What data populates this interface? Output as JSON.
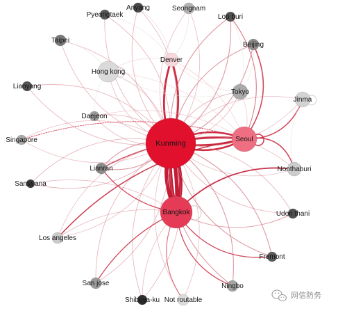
{
  "graph": {
    "nodes": [
      {
        "label": "Kunming",
        "color": "#e1102d"
      },
      {
        "label": "Seoul",
        "color": "#ee6f82"
      },
      {
        "label": "Bangkok",
        "color": "#e63b57"
      },
      {
        "label": "Denver",
        "color": "#f8d7dc"
      },
      {
        "label": "Hong kong",
        "color": "#dadada"
      },
      {
        "label": "Tokyo",
        "color": "#aaaaaa"
      },
      {
        "label": "Jinma",
        "color": "#d3d3d3"
      },
      {
        "label": "Seongnam",
        "color": "#b3b3b3"
      },
      {
        "label": "Anyang",
        "color": "#4a4a4a"
      },
      {
        "label": "Pyeongtaek",
        "color": "#575757"
      },
      {
        "label": "Lop buri",
        "color": "#525252"
      },
      {
        "label": "Taipei",
        "color": "#7a7a7a"
      },
      {
        "label": "Beijing",
        "color": "#8d8d8d"
      },
      {
        "label": "Liaoyang",
        "color": "#555555"
      },
      {
        "label": "Daejeon",
        "color": "#9e9e9e"
      },
      {
        "label": "Singapore",
        "color": "#a9a9a9"
      },
      {
        "label": "Lianran",
        "color": "#8c8c8c"
      },
      {
        "label": "Nonthaburi",
        "color": "#cccccc"
      },
      {
        "label": "Santa ana",
        "color": "#3b3b3b"
      },
      {
        "label": "Udon thani",
        "color": "#4f4f4f"
      },
      {
        "label": "Los angeles",
        "color": "#cacaca"
      },
      {
        "label": "Fremont",
        "color": "#5a5a5a"
      },
      {
        "label": "San jose",
        "color": "#9b9b9b"
      },
      {
        "label": "Ningbo",
        "color": "#a4a4a4"
      },
      {
        "label": "Shibuya-ku",
        "color": "#2e2e2e"
      },
      {
        "label": "Not routable",
        "color": "#dcdcdc"
      }
    ],
    "edges": [
      {
        "source": "Kunming",
        "target": "Bangkok",
        "color": "#c00f2a"
      },
      {
        "source": "Kunming",
        "target": "Seoul",
        "color": "#c8162f"
      },
      {
        "source": "Kunming",
        "target": "Denver",
        "color": "#c8162f"
      },
      {
        "source": "Kunming",
        "target": "Hong kong",
        "color": "#dc9aa4"
      },
      {
        "source": "Kunming",
        "target": "Tokyo",
        "color": "#d98791"
      },
      {
        "source": "Kunming",
        "target": "Jinma",
        "color": "#dc9aa4"
      },
      {
        "source": "Kunming",
        "target": "Seongnam",
        "color": "#dc9aa4"
      },
      {
        "source": "Kunming",
        "target": "Anyang",
        "color": "#d98791"
      },
      {
        "source": "Kunming",
        "target": "Pyeongtaek",
        "color": "#d98791"
      },
      {
        "source": "Kunming",
        "target": "Lop buri",
        "color": "#d26f7d"
      },
      {
        "source": "Kunming",
        "target": "Taipei",
        "color": "#d98791"
      },
      {
        "source": "Kunming",
        "target": "Beijing",
        "color": "#d26f7d"
      },
      {
        "source": "Kunming",
        "target": "Liaoyang",
        "color": "#d98791"
      },
      {
        "source": "Kunming",
        "target": "Daejeon",
        "color": "#d98791"
      },
      {
        "source": "Kunming",
        "target": "Singapore",
        "color": "#dc9aa4"
      },
      {
        "source": "Kunming",
        "target": "Lianran",
        "color": "#d26f7d"
      },
      {
        "source": "Kunming",
        "target": "Nonthaburi",
        "color": "#dc9aa4"
      },
      {
        "source": "Kunming",
        "target": "Santa ana",
        "color": "#d98791"
      },
      {
        "source": "Kunming",
        "target": "Udon thani",
        "color": "#d98791"
      },
      {
        "source": "Kunming",
        "target": "Los angeles",
        "color": "#dc9aa4"
      },
      {
        "source": "Kunming",
        "target": "Fremont",
        "color": "#d26f7d"
      },
      {
        "source": "Kunming",
        "target": "San jose",
        "color": "#d98791"
      },
      {
        "source": "Kunming",
        "target": "Ningbo",
        "color": "#d26f7d"
      },
      {
        "source": "Kunming",
        "target": "Shibuya-ku",
        "color": "#d98791"
      },
      {
        "source": "Kunming",
        "target": "Not routable",
        "color": "#dc9aa4"
      },
      {
        "source": "Seoul",
        "target": "Beijing",
        "color": "#c92a42"
      },
      {
        "source": "Seoul",
        "target": "Jinma",
        "color": "#c92a42"
      },
      {
        "source": "Seoul",
        "target": "Nonthaburi",
        "color": "#c92a42"
      },
      {
        "source": "Seoul",
        "target": "Lianran",
        "color": "#c92a42"
      },
      {
        "source": "Seoul",
        "target": "Singapore",
        "color": "#c92a42"
      },
      {
        "source": "Seoul",
        "target": "Los angeles",
        "color": "#c02034"
      },
      {
        "source": "Seoul",
        "target": "Tokyo",
        "color": "#e2a3ad"
      },
      {
        "source": "Seoul",
        "target": "Denver",
        "color": "#eab4bd"
      },
      {
        "source": "Seoul",
        "target": "Hong kong",
        "color": "#e8b9c0"
      },
      {
        "source": "Seoul",
        "target": "Lop buri",
        "color": "#cf4257"
      },
      {
        "source": "Seoul",
        "target": "Daejeon",
        "color": "#e2a3ad"
      },
      {
        "source": "Seoul",
        "target": "Seoul",
        "color": "#c92a42"
      },
      {
        "source": "Bangkok",
        "target": "Nonthaburi",
        "color": "#c41c36"
      },
      {
        "source": "Bangkok",
        "target": "Udon thani",
        "color": "#d77a88"
      },
      {
        "source": "Bangkok",
        "target": "Fremont",
        "color": "#c92a42"
      },
      {
        "source": "Bangkok",
        "target": "Ningbo",
        "color": "#c92a42"
      },
      {
        "source": "Bangkok",
        "target": "San jose",
        "color": "#c92a42"
      },
      {
        "source": "Bangkok",
        "target": "Not routable",
        "color": "#cf4257"
      },
      {
        "source": "Bangkok",
        "target": "Lianran",
        "color": "#c92a42"
      },
      {
        "source": "Bangkok",
        "target": "Los angeles",
        "color": "#d77a88"
      },
      {
        "source": "Bangkok",
        "target": "Santa ana",
        "color": "#d77a88"
      },
      {
        "source": "Bangkok",
        "target": "Shibuya-ku",
        "color": "#d77a88"
      },
      {
        "source": "Bangkok",
        "target": "Bangkok",
        "color": "#c8c8c8"
      },
      {
        "source": "Denver",
        "target": "Hong kong",
        "color": "#e8c4c9"
      },
      {
        "source": "Denver",
        "target": "Tokyo",
        "color": "#e8c4c9"
      },
      {
        "source": "Denver",
        "target": "Seongnam",
        "color": "#e3d0d3"
      },
      {
        "source": "Denver",
        "target": "Anyang",
        "color": "#e3d0d3"
      },
      {
        "source": "Denver",
        "target": "Pyeongtaek",
        "color": "#e3d0d3"
      },
      {
        "source": "Hong kong",
        "target": "Hong kong",
        "color": "#c8c8c8"
      },
      {
        "source": "Hong kong",
        "target": "Tokyo",
        "color": "#dddddd"
      },
      {
        "source": "Hong kong",
        "target": "Taipei",
        "color": "#dddddd"
      },
      {
        "source": "Hong kong",
        "target": "Daejeon",
        "color": "#dddddd"
      },
      {
        "source": "Tokyo",
        "target": "Beijing",
        "color": "#dddddd"
      },
      {
        "source": "Tokyo",
        "target": "Lop buri",
        "color": "#dddddd"
      },
      {
        "source": "Jinma",
        "target": "Jinma",
        "color": "#cccccc"
      },
      {
        "source": "Jinma",
        "target": "Nonthaburi",
        "color": "#dddddd"
      }
    ]
  },
  "watermark": {
    "icon": "wechat-icon",
    "text": "网信防务"
  }
}
